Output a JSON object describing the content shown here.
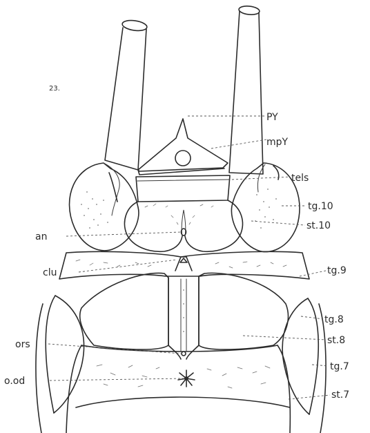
{
  "figure": {
    "number": "23.",
    "labels": {
      "py": "PY",
      "mpy": "mpY",
      "tels": "tels",
      "tg10": "tg.10",
      "st10": "st.10",
      "an": "an",
      "clu": "clu",
      "tg9": "tg.9",
      "tg8": "tg.8",
      "st8": "st.8",
      "ors": "ors",
      "tg7": "tg.7",
      "ood": "o.od",
      "st7": "st.7"
    }
  },
  "colors": {
    "ink": "#2b2b2b",
    "paper": "#ffffff"
  }
}
